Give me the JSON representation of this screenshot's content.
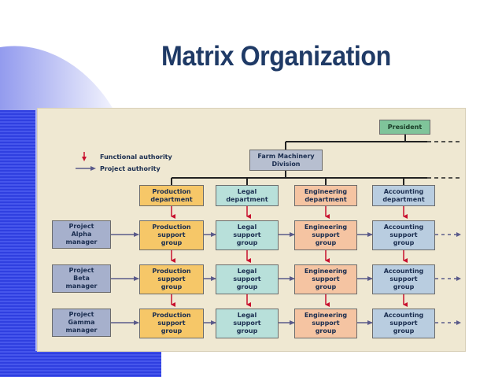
{
  "title": "Matrix Organization",
  "legend": {
    "functional": "Functional authority",
    "project": "Project authority"
  },
  "president": "President",
  "division": "Farm Machinery\nDivision",
  "departments": [
    {
      "label": "Production\ndepartment",
      "color": "#f6c768"
    },
    {
      "label": "Legal\ndepartment",
      "color": "#b8e0da"
    },
    {
      "label": "Engineering\ndepartment",
      "color": "#f5c4a2"
    },
    {
      "label": "Accounting\ndepartment",
      "color": "#b9cde0"
    }
  ],
  "projects": [
    {
      "manager": "Project\nAlpha\nmanager",
      "groups": [
        "Production\nsupport\ngroup",
        "Legal\nsupport\ngroup",
        "Engineering\nsupport\ngroup",
        "Accounting\nsupport\ngroup"
      ]
    },
    {
      "manager": "Project\nBeta\nmanager",
      "groups": [
        "Production\nsupport\ngroup",
        "Legal\nsupport\ngroup",
        "Engineering\nsupport\ngroup",
        "Accounting\nsupport\ngroup"
      ]
    },
    {
      "manager": "Project\nGamma\nmanager",
      "groups": [
        "Production\nsupport\ngroup",
        "Legal\nsupport\ngroup",
        "Engineering\nsupport\ngroup",
        "Accounting\nsupport\ngroup"
      ]
    }
  ],
  "colors": {
    "functional_arrow": "#c8102e",
    "project_arrow": "#5a5a8a",
    "title": "#1f3a66",
    "decor_blue": "#3a49e0"
  }
}
